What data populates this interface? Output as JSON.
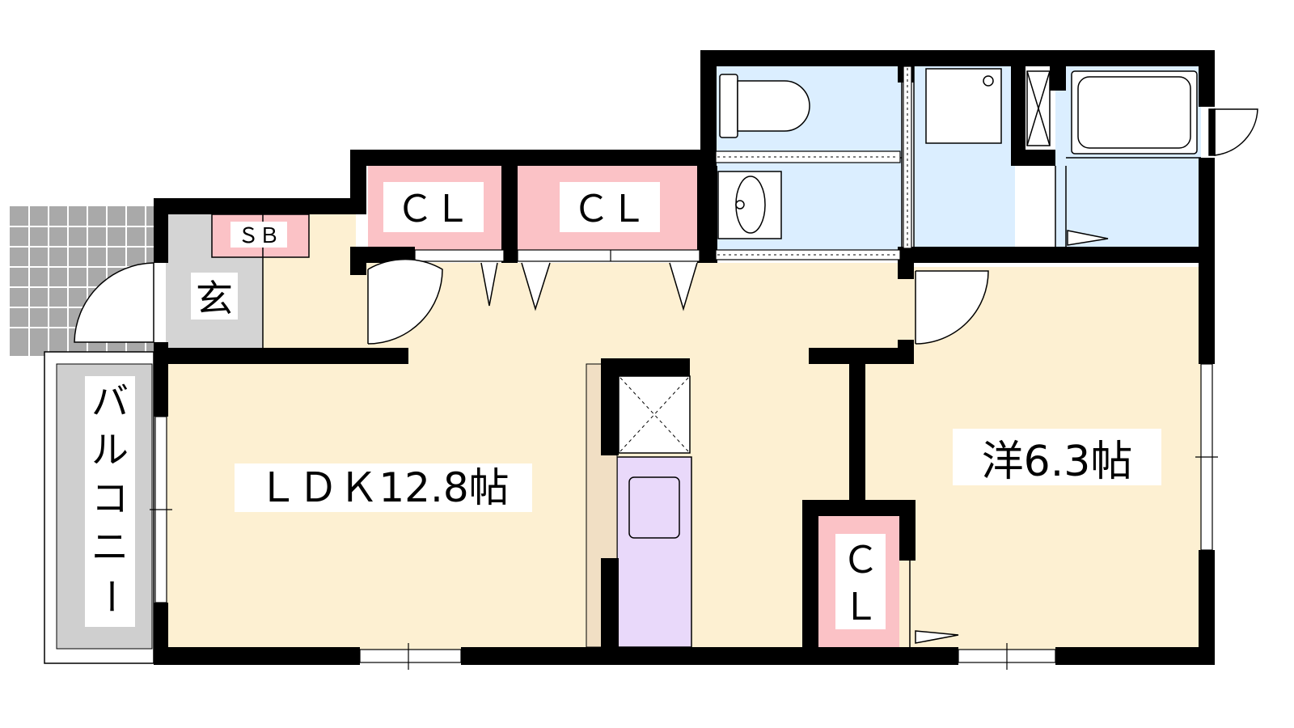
{
  "rooms": {
    "ldk": "ＬＤＫ12.8帖",
    "western": "洋6.3帖",
    "entrance": "玄",
    "shoe_box": "ＳＢ",
    "closet_1": "ＣＬ",
    "closet_2": "ＣＬ",
    "closet_3_line1": "Ｃ",
    "closet_3_line2": "Ｌ",
    "balcony_1": "バ",
    "balcony_2": "ル",
    "balcony_3": "コ",
    "balcony_4": "ニ",
    "balcony_5": "ー"
  },
  "colors": {
    "living_floor": "#fdf0d2",
    "wet_area": "#dbeeff",
    "closet": "#fbc2c6",
    "entrance": "#d4d4d4",
    "kitchen_counter": "#e9d9fa",
    "wall": "#000000"
  }
}
